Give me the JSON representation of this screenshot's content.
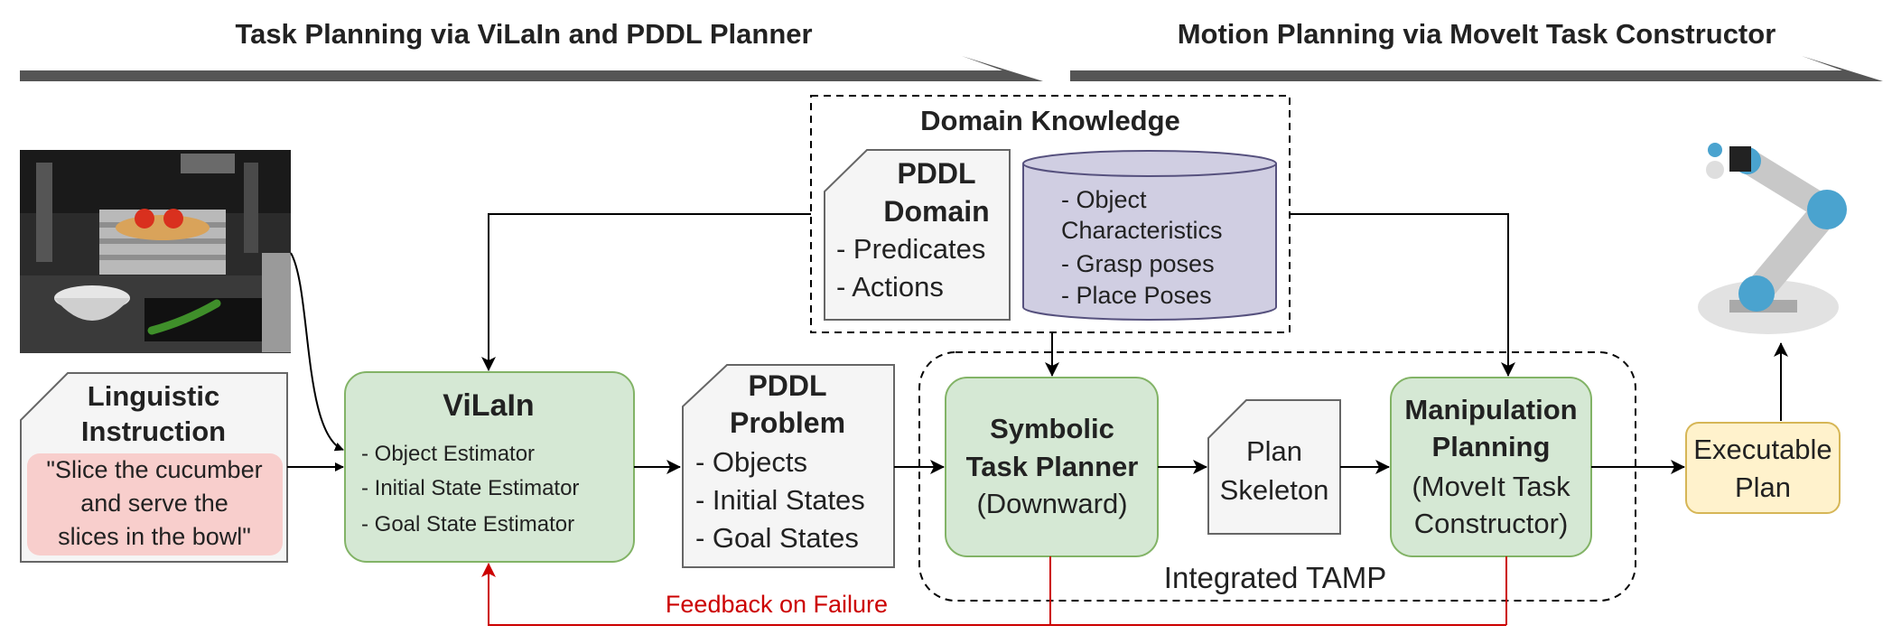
{
  "header": {
    "left_title": "Task Planning via ViLaIn and PDDL Planner",
    "right_title": "Motion Planning via MoveIt Task Constructor"
  },
  "domain_knowledge": {
    "title": "Domain Knowledge",
    "pddl_domain": {
      "title_line1": "PDDL",
      "title_line2": "Domain",
      "items": [
        "- Predicates",
        "- Actions"
      ]
    },
    "database": {
      "lines": [
        "- Object",
        "Characteristics",
        "- Grasp poses",
        "- Place Poses"
      ]
    }
  },
  "instruction": {
    "title_line1": "Linguistic",
    "title_line2": "Instruction",
    "quote_lines": [
      "\"Slice the cucumber",
      "and serve the",
      "slices in the bowl\""
    ]
  },
  "vilain": {
    "title": "ViLaIn",
    "items": [
      "- Object Estimator",
      "- Initial State Estimator",
      "- Goal State Estimator"
    ]
  },
  "pddl_problem": {
    "title_line1": "PDDL",
    "title_line2": "Problem",
    "items": [
      "- Objects",
      "- Initial States",
      "- Goal States"
    ]
  },
  "symbolic_planner": {
    "title_line1": "Symbolic",
    "title_line2": "Task Planner",
    "subtitle": "(Downward)"
  },
  "plan_skeleton": {
    "line1": "Plan",
    "line2": "Skeleton"
  },
  "manipulation": {
    "title_line1": "Manipulation",
    "title_line2": "Planning",
    "sub_line1": "(MoveIt Task",
    "sub_line2": "Constructor)"
  },
  "executable_plan": {
    "line1": "Executable",
    "line2": "Plan"
  },
  "tamp_label": "Integrated TAMP",
  "feedback_label": "Feedback on Failure",
  "colors": {
    "green_fill": "#d5e8d4",
    "green_stroke": "#82b366",
    "purple_fill": "#d0cee2",
    "purple_stroke": "#56517e",
    "yellow_fill": "#fff2cc",
    "yellow_stroke": "#d6b656",
    "pink_fill": "#f8cecc",
    "feedback_red": "#cc0000",
    "doc_fill": "#f5f5f5",
    "doc_stroke": "#666666",
    "header_arrow": "#555555"
  }
}
